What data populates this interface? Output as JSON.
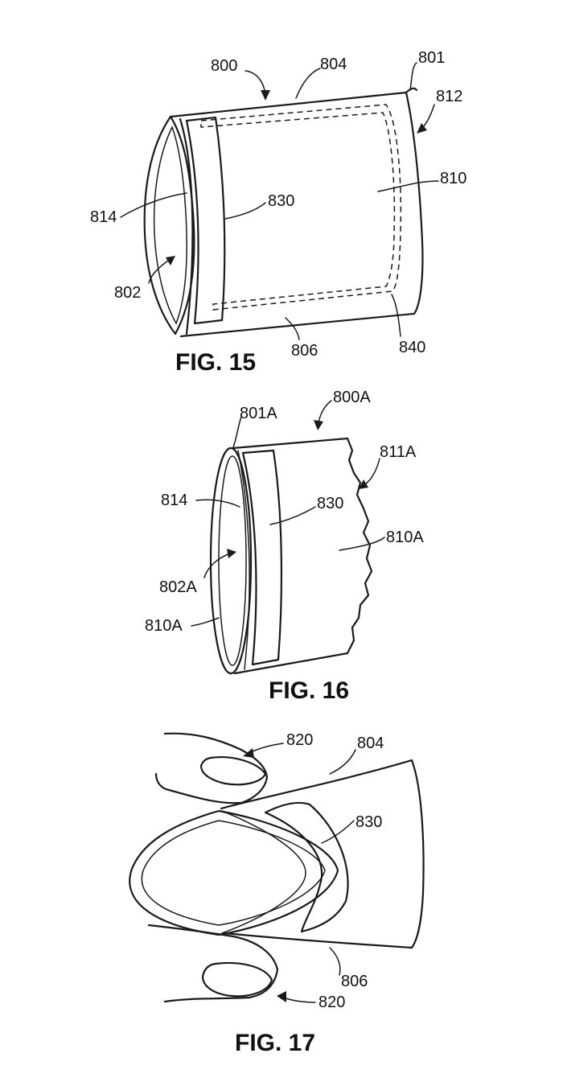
{
  "figures": [
    {
      "caption": "FIG. 15",
      "labels": [
        "800",
        "804",
        "801",
        "812",
        "810",
        "814",
        "830",
        "802",
        "806",
        "840"
      ]
    },
    {
      "caption": "FIG. 16",
      "labels": [
        "801A",
        "800A",
        "811A",
        "814",
        "830",
        "810A",
        "802A",
        "810A"
      ]
    },
    {
      "caption": "FIG. 17",
      "labels": [
        "820",
        "804",
        "830",
        "806",
        "820"
      ]
    }
  ]
}
